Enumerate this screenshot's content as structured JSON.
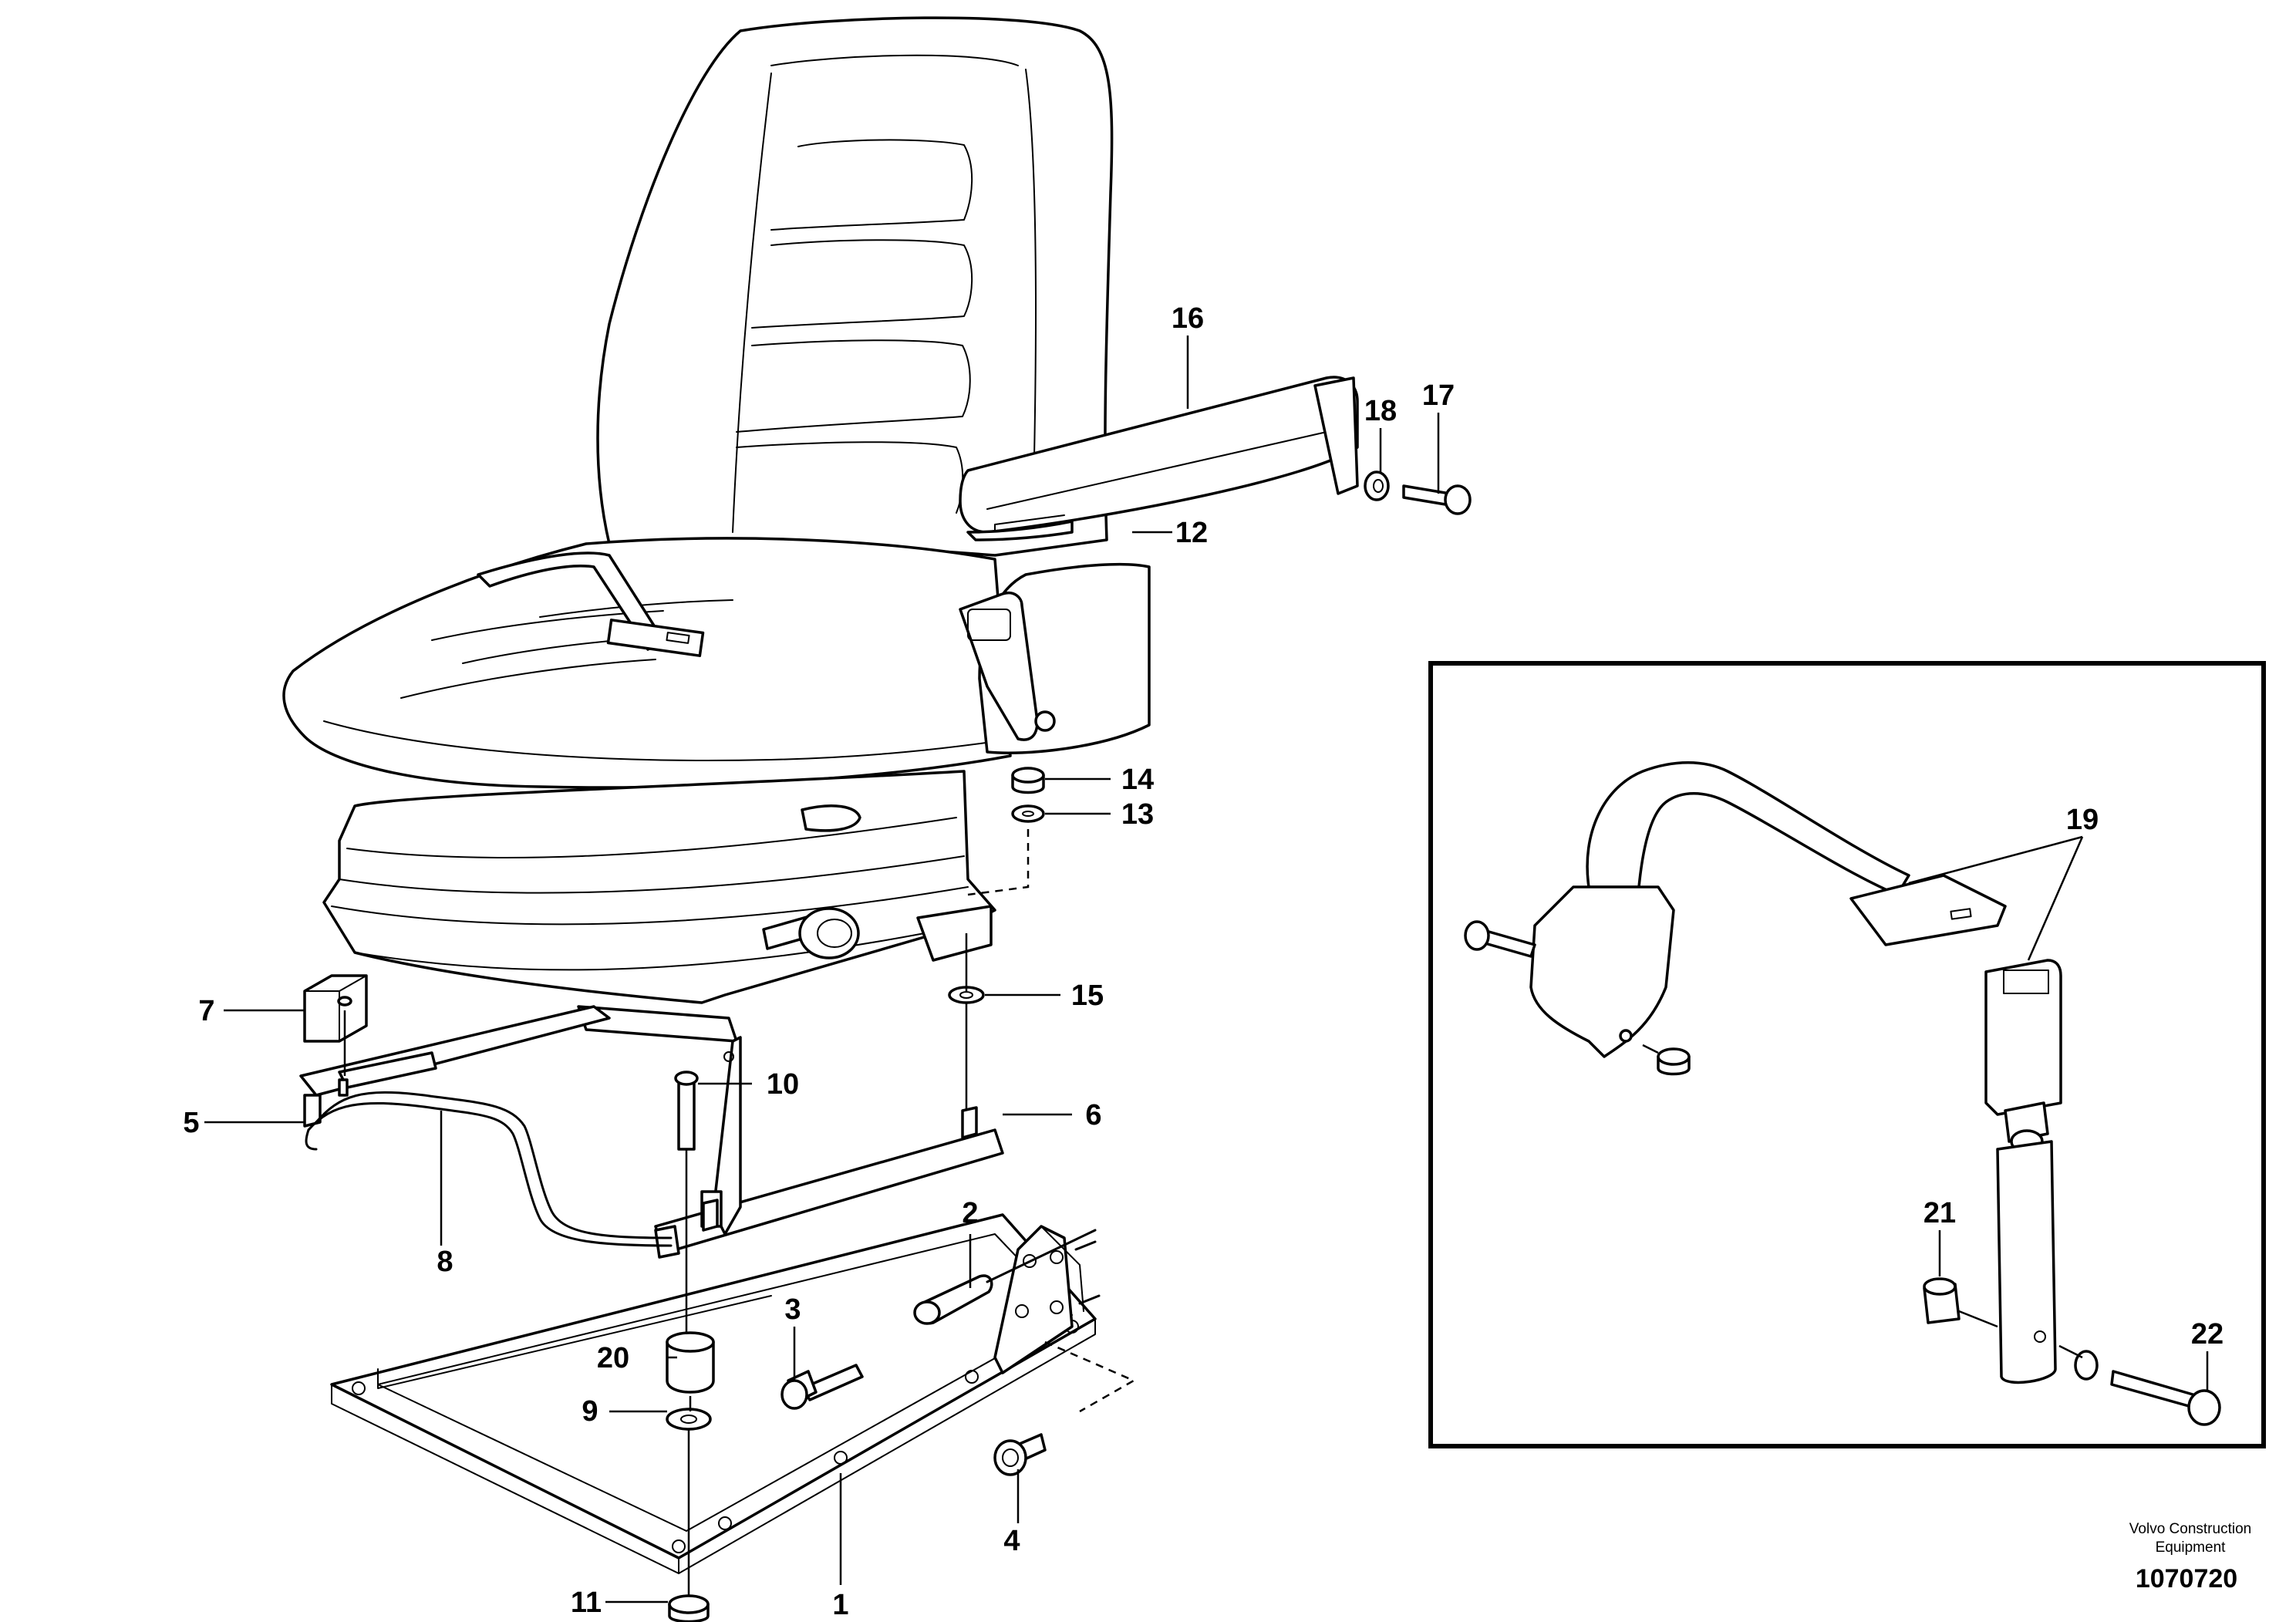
{
  "callouts": {
    "c1": "1",
    "c2": "2",
    "c3": "3",
    "c4": "4",
    "c5": "5",
    "c6": "6",
    "c7": "7",
    "c8": "8",
    "c9": "9",
    "c10": "10",
    "c11": "11",
    "c12": "12",
    "c13": "13",
    "c14": "14",
    "c15": "15",
    "c16": "16",
    "c17": "17",
    "c18": "18",
    "c19": "19",
    "c20": "20",
    "c21": "21",
    "c22": "22"
  },
  "footer": {
    "company_line1": "Volvo Construction",
    "company_line2": "Equipment",
    "drawing_number": "1070720"
  }
}
